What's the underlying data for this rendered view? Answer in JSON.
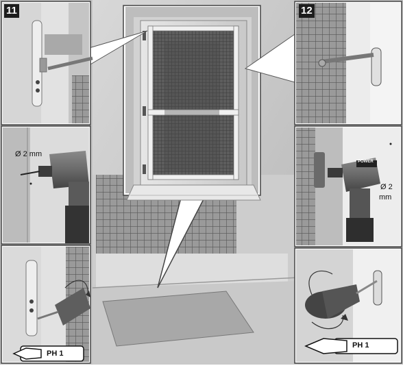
{
  "steps": {
    "left_step": "11",
    "right_step": "12"
  },
  "measurements": {
    "drill_left": "Ø 2 mm",
    "drill_right_line1": "Ø 2",
    "drill_right_line2": "mm"
  },
  "bits": {
    "left_bit": "PH 1",
    "right_bit": "PH 1"
  },
  "brand": {
    "drill_brand": "POWER"
  }
}
